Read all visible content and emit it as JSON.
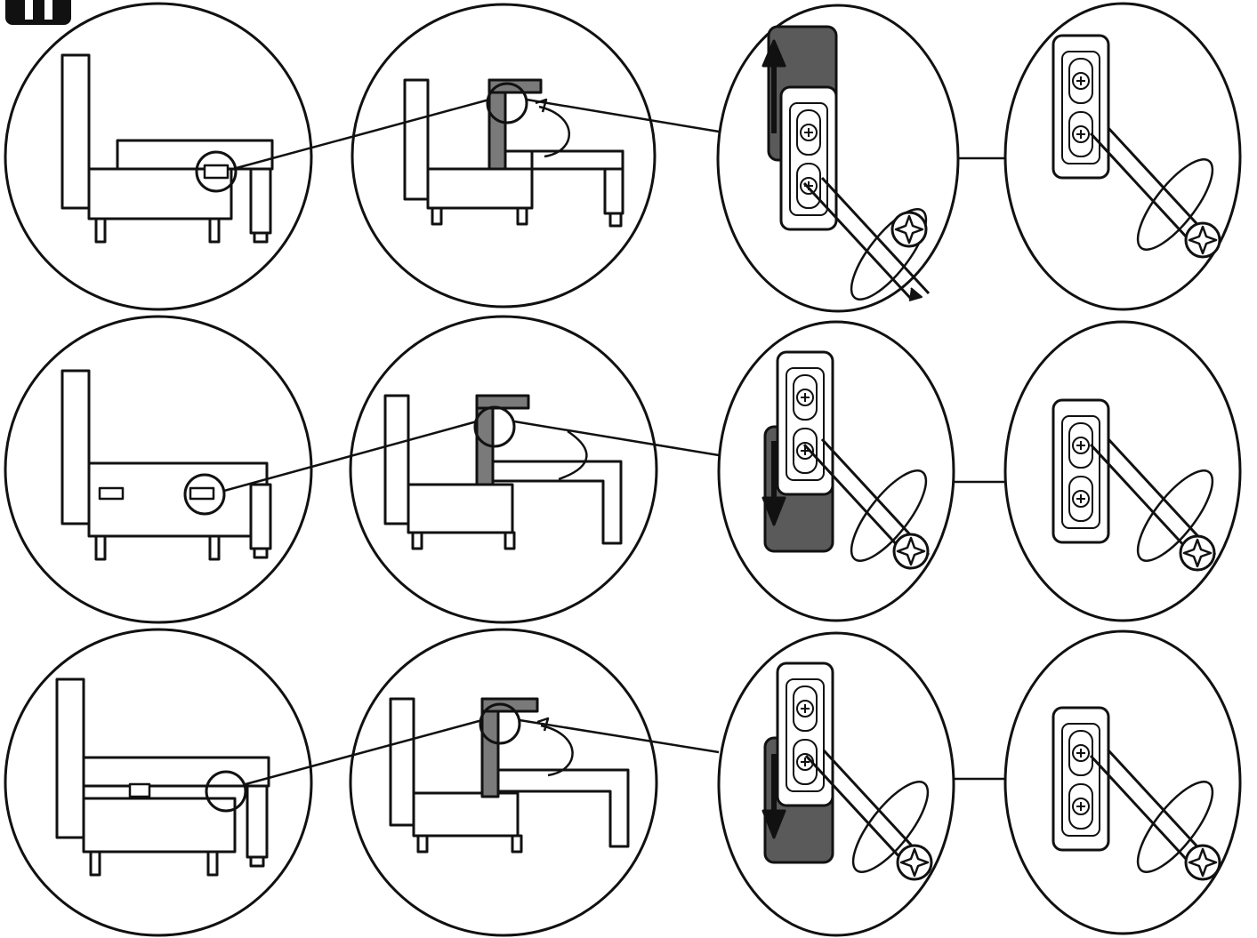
{
  "figure": {
    "kind": "furniture assembly instructions",
    "colors": {
      "line": "#111111",
      "fill": "#ffffff",
      "grey_dark": "#5a5a5a",
      "grey_part": "#7a7a7a",
      "badge": "#111111"
    },
    "icons": [
      "step-number-badge",
      "phillips-screw-head-icon",
      "screwdriver-icon",
      "rotation-arrow-icon",
      "direction-arrow-icon"
    ],
    "rows": [
      {
        "state": "seat-closed-cap-at-front",
        "bracket_move": "up",
        "rotation_arrow": "clockwise"
      },
      {
        "state": "seat-closed-flat",
        "bracket_move": "down",
        "rotation_arrow": "clockwise"
      },
      {
        "state": "seat-raised",
        "bracket_move": "down",
        "rotation_arrow": "clockwise"
      }
    ]
  }
}
